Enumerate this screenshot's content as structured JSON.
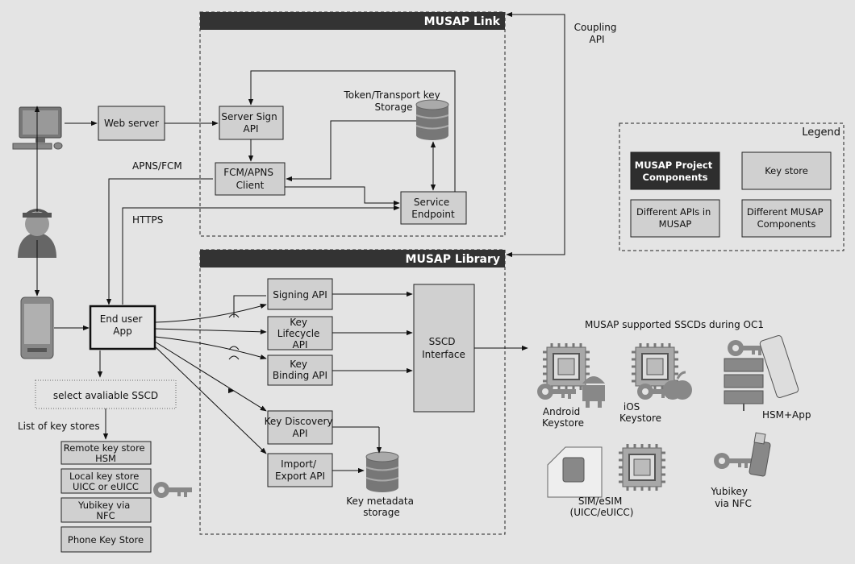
{
  "containers": {
    "link_title": "MUSAP Link",
    "library_title": "MUSAP Library",
    "legend_title": "Legend"
  },
  "components": {
    "web_server": "Web server",
    "server_sign_api": [
      "Server Sign",
      "API"
    ],
    "fcm_apns_client": [
      "FCM/APNS",
      "Client"
    ],
    "service_endpoint": [
      "Service",
      "Endpoint"
    ],
    "token_storage": [
      "Token/Transport key",
      "Storage"
    ],
    "end_user_app": [
      "End user",
      "App"
    ],
    "signing_api": "Signing API",
    "key_lifecycle_api": [
      "Key",
      "Lifecycle",
      "API"
    ],
    "key_binding_api": [
      "Key",
      "Binding API"
    ],
    "key_discovery_api": [
      "Key Discovery",
      "API"
    ],
    "import_export_api": [
      "Import/",
      "Export API"
    ],
    "sscd_interface": [
      "SSCD",
      "Interface"
    ],
    "key_metadata_storage": [
      "Key metadata",
      "storage"
    ],
    "select_sscd": "select avaliable SSCD"
  },
  "labels": {
    "coupling_api": [
      "Coupling",
      "API"
    ],
    "apns_fcm": "APNS/FCM",
    "https": "HTTPS",
    "list_of_key_stores": "List of key stores",
    "supported_sscds": "MUSAP supported SSCDs during OC1"
  },
  "key_stores": [
    [
      "Remote key store",
      "HSM"
    ],
    [
      "Local key store",
      "UICC or eUICC"
    ],
    [
      "Yubikey via",
      "NFC"
    ],
    [
      "Phone Key Store"
    ]
  ],
  "legend": {
    "project_components": [
      "MUSAP Project",
      "Components"
    ],
    "key_store": "Key store",
    "different_apis": [
      "Different APIs in",
      "MUSAP"
    ],
    "different_components": [
      "Different MUSAP",
      "Components"
    ]
  },
  "sscds": {
    "android": [
      "Android",
      "Keystore"
    ],
    "ios": [
      "iOS",
      "Keystore"
    ],
    "hsm": "HSM+App",
    "sim": [
      "SIM/eSIM",
      "(UICC/eUICC)"
    ],
    "yubikey": [
      "Yubikey",
      "via NFC"
    ]
  },
  "colors": {
    "background": "#e4e4e4",
    "box_fill": "#d0d0d0",
    "header_fill": "#333333",
    "project_component_fill": "#2e2e2e"
  },
  "icons": [
    "computer-icon",
    "user-icon",
    "phone-icon",
    "database-icon",
    "key-icon",
    "chip-icon",
    "android-icon",
    "apple-icon",
    "server-icon",
    "tablet-icon",
    "sim-icon",
    "usb-key-icon"
  ]
}
